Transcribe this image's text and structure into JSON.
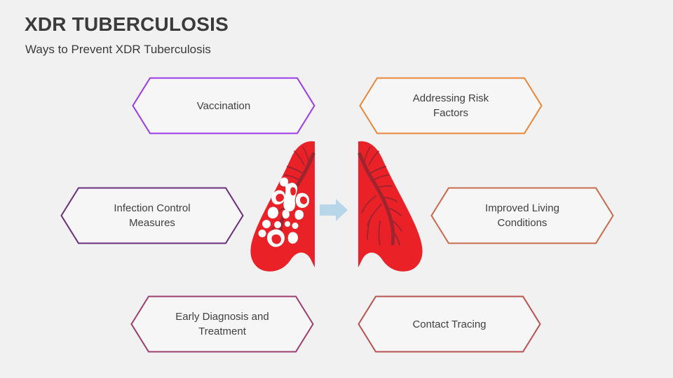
{
  "page": {
    "background_color": "#f1f1f1",
    "title": "XDR TUBERCULOSIS",
    "subtitle": "Ways to Prevent XDR Tuberculosis",
    "title_color": "#3b3b3b",
    "text_color": "#3f3f3f"
  },
  "nodes": [
    {
      "id": "vaccination",
      "label": "Vaccination",
      "border_color": "#9b3ae8",
      "fill_color": "#f6f6f6",
      "row": "top",
      "side": "left"
    },
    {
      "id": "risk-factors",
      "label": "Addressing Risk\nFactors",
      "border_color": "#e8873a",
      "fill_color": "#f6f6f6",
      "row": "top",
      "side": "right"
    },
    {
      "id": "infection-control",
      "label": "Infection Control\nMeasures",
      "border_color": "#6b2d7e",
      "fill_color": "#f6f6f6",
      "row": "middle",
      "side": "left"
    },
    {
      "id": "living-conditions",
      "label": "Improved Living\nConditions",
      "border_color": "#c96a4a",
      "fill_color": "#f6f6f6",
      "row": "middle",
      "side": "right"
    },
    {
      "id": "early-diagnosis",
      "label": "Early Diagnosis and\nTreatment",
      "border_color": "#9c3d6e",
      "fill_color": "#f6f6f6",
      "row": "bottom",
      "side": "left"
    },
    {
      "id": "contact-tracing",
      "label": "Contact Tracing",
      "border_color": "#b8524e",
      "fill_color": "#f6f6f6",
      "row": "bottom",
      "side": "right"
    }
  ],
  "illustration": {
    "name": "lungs-comparison-illustration",
    "lung_color": "#ea2127",
    "bronchi_color": "#9e2430",
    "lesion_color": "#ffffff",
    "arrow_color": "#b8d6ea",
    "left_lung_name": "diseased-lung",
    "right_lung_name": "healthy-lung",
    "arrow_name": "transition-arrow"
  }
}
